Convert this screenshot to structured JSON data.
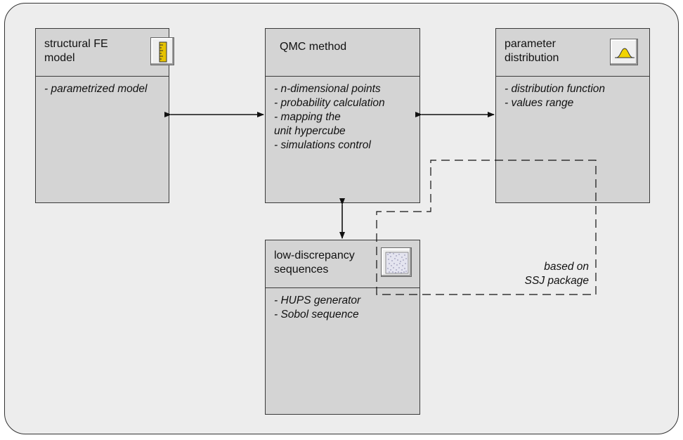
{
  "diagram": {
    "boxes": {
      "structural": {
        "title": "structural FE\nmodel",
        "items": "- parametrized model",
        "icon": "ruler-icon"
      },
      "qmc": {
        "title": "QMC method",
        "items": "- n-dimensional points\n- probability calculation\n- mapping the\n  unit hypercube\n- simulations control"
      },
      "distribution": {
        "title": "parameter\ndistribution",
        "items": "- distribution function\n- values range",
        "icon": "bell-curve-icon"
      },
      "sequences": {
        "title": "low-discrepancy\nsequences",
        "items": "- HUPS generator\n- Sobol sequence",
        "icon": "point-cloud-icon"
      }
    },
    "annotation": "based on\nSSJ package",
    "colors": {
      "frame_bg": "#ededed",
      "box_fill": "#d4d4d4",
      "border": "#3a3a3a",
      "bell_fill": "#f2d400"
    }
  }
}
